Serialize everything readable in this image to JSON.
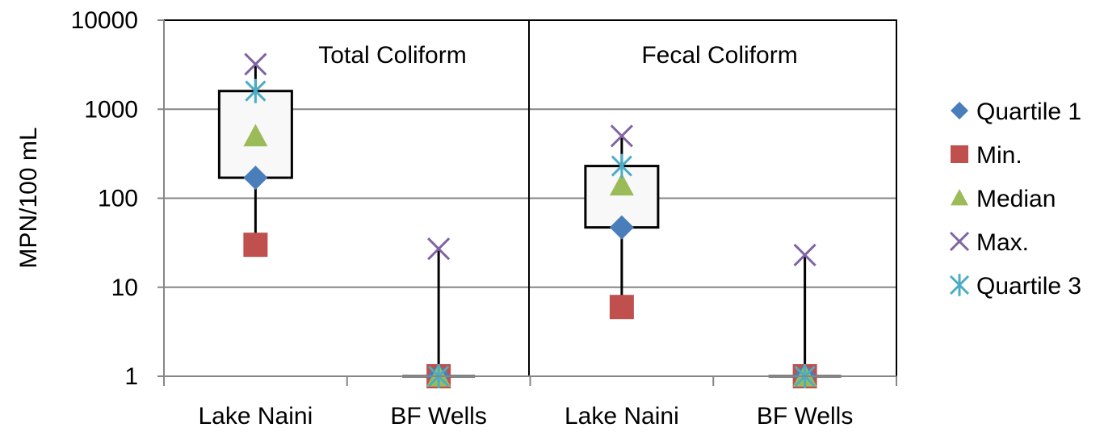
{
  "chart_data": {
    "type": "box",
    "y_axis": {
      "label": "MPN/100 mL",
      "scale": "log",
      "ylim": [
        1,
        10000
      ],
      "ticks": [
        1,
        10,
        100,
        1000,
        10000
      ],
      "tick_labels": [
        "1",
        "10",
        "100",
        "1000",
        "10000"
      ],
      "grid": true
    },
    "categories": [
      "Lake Naini",
      "BF Wells",
      "Lake Naini",
      "BF Wells"
    ],
    "panels": [
      {
        "title": "Total Coliform",
        "groups": [
          {
            "category": "Lake Naini",
            "min": 30,
            "q1": 170,
            "median": 500,
            "q3": 1600,
            "max": 3200
          },
          {
            "category": "BF Wells",
            "min": 1,
            "q1": 1,
            "median": 1,
            "q3": 1,
            "max": 27
          }
        ]
      },
      {
        "title": "Fecal Coliform",
        "groups": [
          {
            "category": "Lake Naini",
            "min": 6,
            "q1": 47,
            "median": 140,
            "q3": 230,
            "max": 500
          },
          {
            "category": "BF Wells",
            "min": 1,
            "q1": 1,
            "median": 1,
            "q3": 1,
            "max": 23
          }
        ]
      }
    ],
    "legend": {
      "placement": "right",
      "entries": [
        {
          "label": "Quartile 1",
          "marker": "diamond",
          "color": "#4a7ebb"
        },
        {
          "label": "Min.",
          "marker": "square",
          "color": "#c0504d"
        },
        {
          "label": "Median",
          "marker": "triangle",
          "color": "#9bbb59"
        },
        {
          "label": "Max.",
          "marker": "x",
          "color": "#8064a2"
        },
        {
          "label": "Quartile 3",
          "marker": "star",
          "color": "#4bacc6"
        }
      ]
    },
    "colors": {
      "box_fill": "#f8f8f8",
      "gridline": "#868686",
      "axis": "#868686"
    }
  }
}
